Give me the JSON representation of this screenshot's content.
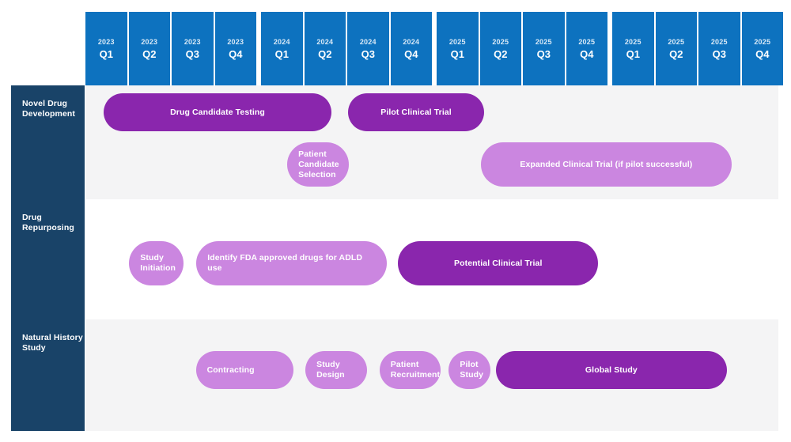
{
  "chart_data": {
    "type": "table",
    "title": "",
    "columns": [
      {
        "year": "2023",
        "quarter": "Q1"
      },
      {
        "year": "2023",
        "quarter": "Q2"
      },
      {
        "year": "2023",
        "quarter": "Q3"
      },
      {
        "year": "2023",
        "quarter": "Q4"
      },
      {
        "year": "2024",
        "quarter": "Q1"
      },
      {
        "year": "2024",
        "quarter": "Q2"
      },
      {
        "year": "2024",
        "quarter": "Q3"
      },
      {
        "year": "2024",
        "quarter": "Q4"
      },
      {
        "year": "2025",
        "quarter": "Q1"
      },
      {
        "year": "2025",
        "quarter": "Q2"
      },
      {
        "year": "2025",
        "quarter": "Q3"
      },
      {
        "year": "2025",
        "quarter": "Q4"
      },
      {
        "year": "2025",
        "quarter": "Q1"
      },
      {
        "year": "2025",
        "quarter": "Q2"
      },
      {
        "year": "2025",
        "quarter": "Q3"
      },
      {
        "year": "2025",
        "quarter": "Q4"
      }
    ],
    "column_groups": [
      4,
      4,
      4,
      4
    ],
    "rows": [
      {
        "label": "Novel Drug Development",
        "tasks": [
          {
            "label": "Drug Candidate Testing",
            "shade": "dark",
            "align": "center",
            "lane": 0,
            "start_col": 1.42,
            "end_col": 6.68
          },
          {
            "label": "Pilot Clinical Trial",
            "shade": "dark",
            "align": "center",
            "lane": 0,
            "start_col": 7.06,
            "end_col": 10.21
          },
          {
            "label": "Patient Candidate Selection",
            "shade": "light",
            "align": "left",
            "lane": 1,
            "start_col": 5.66,
            "end_col": 7.09
          },
          {
            "label": "Expanded Clinical Trial (if pilot successful)",
            "shade": "light",
            "align": "center",
            "lane": 1,
            "start_col": 10.13,
            "end_col": 15.92
          }
        ]
      },
      {
        "label": "Drug Repurposing",
        "tasks": [
          {
            "label": "Study Initiation",
            "shade": "light",
            "align": "left",
            "lane": 0,
            "start_col": 2.01,
            "end_col": 3.26
          },
          {
            "label": "Identify FDA approved drugs for ADLD use",
            "shade": "light",
            "align": "left",
            "lane": 0,
            "start_col": 3.56,
            "end_col": 7.96
          },
          {
            "label": "Potential Clinical Trial",
            "shade": "dark",
            "align": "center",
            "lane": 0,
            "start_col": 8.22,
            "end_col": 12.84
          }
        ]
      },
      {
        "label": "Natural History Study",
        "tasks": [
          {
            "label": "Contracting",
            "shade": "light",
            "align": "left",
            "lane": 0,
            "start_col": 3.55,
            "end_col": 5.81
          },
          {
            "label": "Study Design",
            "shade": "light",
            "align": "left",
            "lane": 0,
            "start_col": 6.08,
            "end_col": 7.51
          },
          {
            "label": "Patient Recruitment",
            "shade": "light",
            "align": "left",
            "lane": 0,
            "start_col": 7.79,
            "end_col": 9.21
          },
          {
            "label": "Pilot Study",
            "shade": "light",
            "align": "left",
            "lane": 0,
            "start_col": 9.39,
            "end_col": 10.36
          },
          {
            "label": "Global Study",
            "shade": "dark",
            "align": "center",
            "lane": 0,
            "start_col": 10.48,
            "end_col": 15.81
          }
        ]
      }
    ],
    "colors": {
      "header_blue": "#0d72bf",
      "rail_navy": "#194368",
      "bar_dark_purple": "#8a26ad",
      "bar_light_purple": "#cb86e0",
      "band_shaded": "#f4f4f5",
      "band_plain": "#ffffff",
      "page_background": "#ffffff"
    }
  }
}
